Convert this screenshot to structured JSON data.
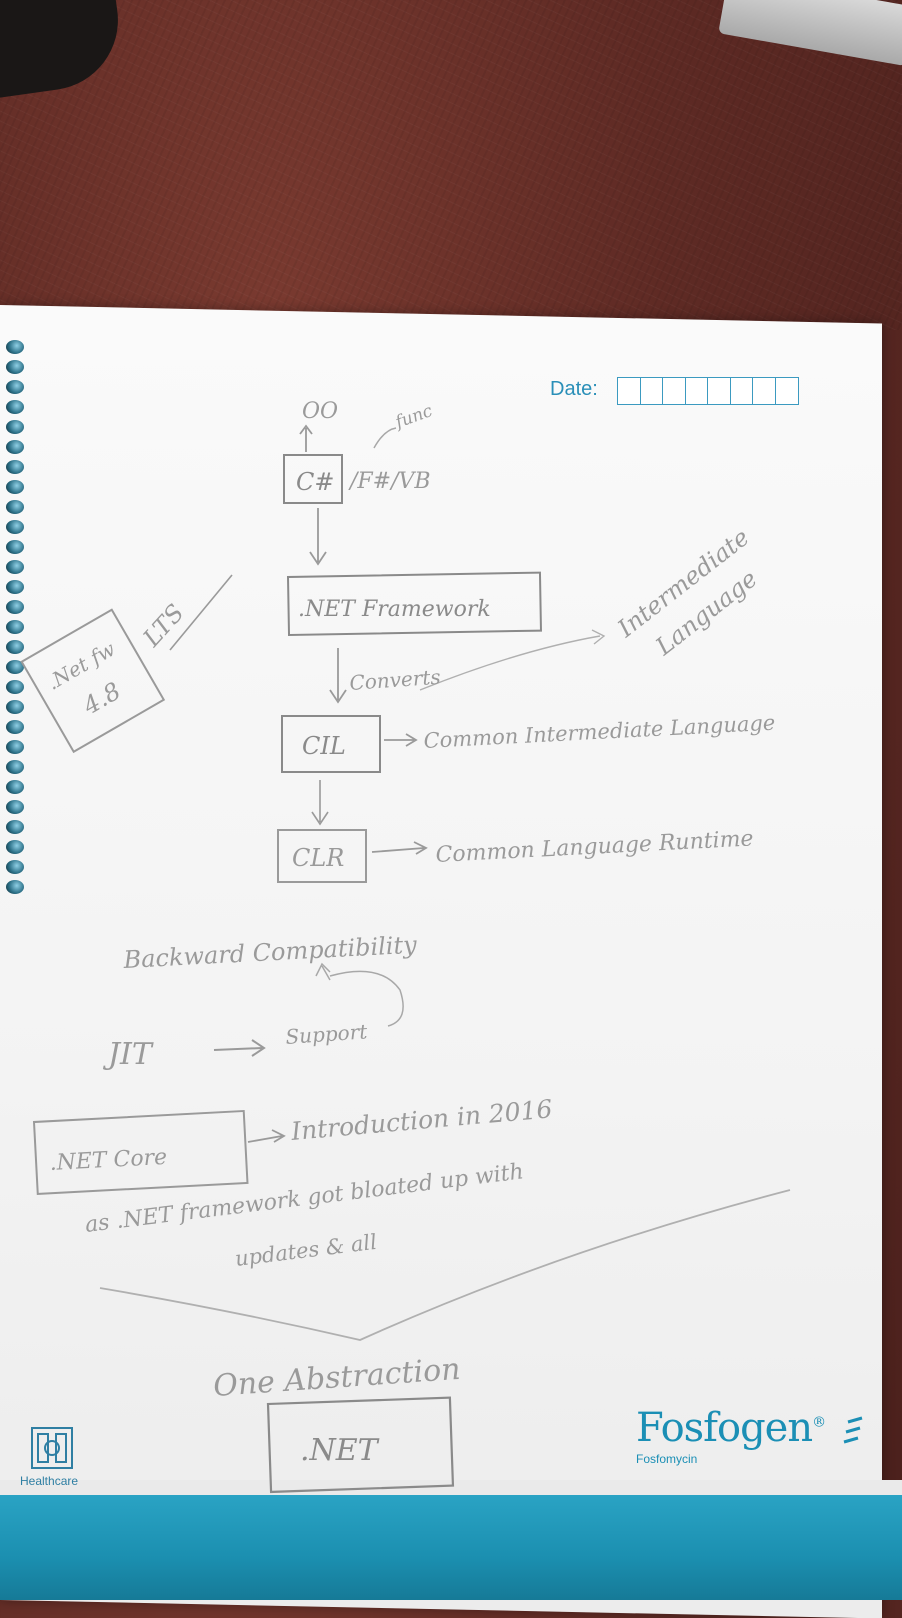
{
  "form": {
    "date_label": "Date:",
    "date_boxes": 8
  },
  "notes": {
    "oo": "OO",
    "func": "func",
    "csharp": "C#",
    "fsharp_vb": "/F#/VB",
    "net_framework": ".NET Framework",
    "intermediate_language": [
      "Intermediate",
      "Language"
    ],
    "converts": "Converts",
    "cil": "CIL",
    "cil_full": "Common Intermediate Language",
    "clr": "CLR",
    "clr_full": "Common Language Runtime",
    "net_fw_box": [
      ".Net fw",
      "4.8"
    ],
    "lts": "LTS",
    "backward": "Backward Compatibility",
    "jit": "JIT",
    "support": "Support",
    "net_core": ".NET Core",
    "intro": "Introduction in 2016",
    "bloated": "as .NET framework got bloated up with",
    "updates": "updates & all",
    "one_abstraction": "One Abstraction",
    "net": ".NET"
  },
  "branding": {
    "name": "Fosfogen",
    "registered": "®",
    "subtitle": "Fosfomycin",
    "healthcare": "Healthcare",
    "color": "#1b8fb5"
  }
}
